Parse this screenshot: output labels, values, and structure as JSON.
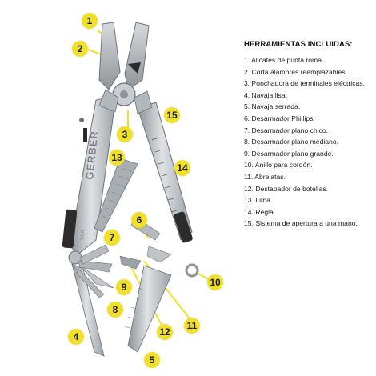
{
  "brand": {
    "engraved_text": "GERBER",
    "origin_text": "USA"
  },
  "list": {
    "title": "HERRAMIENTAS INCLUIDAS:",
    "items": [
      "1. Alicates de punta roma.",
      "2. Corta alambres reemplazables.",
      "3. Ponchadora de terminales eléctricas.",
      "4. Navaja lisa.",
      "5. Navaja serrada.",
      "6. Desarmador Phillips.",
      "7. Desarmador plano chico.",
      "8. Desarmador plano mediano.",
      "9. Desarmador plano grande.",
      "10. Anillo para cordón.",
      "11. Abrelatas.",
      "12. Destapador de botellas.",
      "13. Lima.",
      "14. Regla.",
      "15. Sistema de apertura a una mano."
    ]
  },
  "callouts": [
    "1",
    "2",
    "3",
    "4",
    "5",
    "6",
    "7",
    "8",
    "9",
    "10",
    "11",
    "12",
    "13",
    "14",
    "15"
  ],
  "colors": {
    "callout_fill": "#f1e02a",
    "steel": "#b9bdc1",
    "steel_dark": "#6e7378",
    "grip": "#2c2c2c"
  }
}
